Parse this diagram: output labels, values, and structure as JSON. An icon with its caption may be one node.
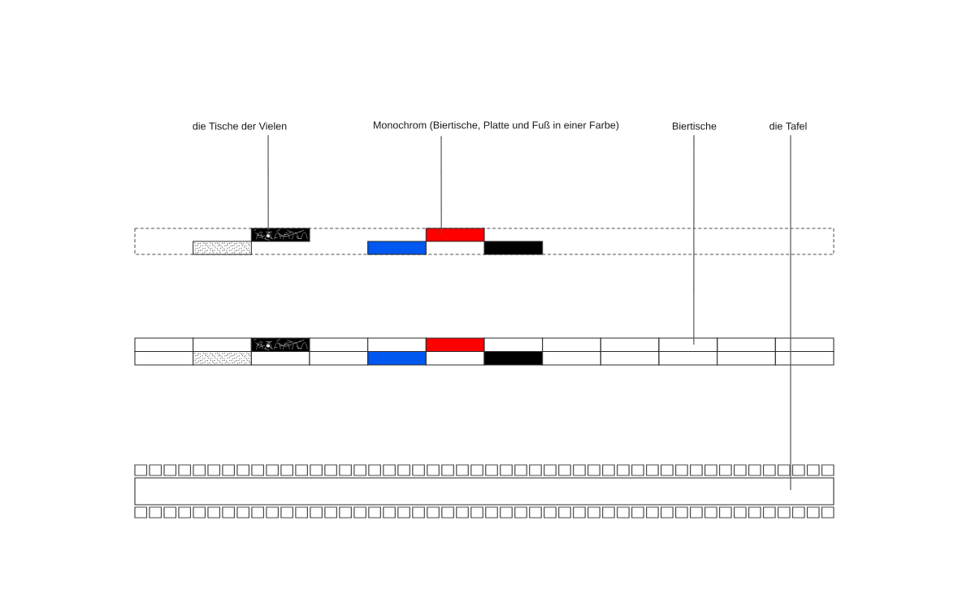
{
  "diagram": {
    "nodes": [
      {
        "text": [
          "die Tische der Vielen"
        ]
      },
      {
        "text": [
          "Monochrom (Biertische, Platte und Fuß in einer Farbe)"
        ]
      },
      {
        "text": [
          "Biertische"
        ]
      },
      {
        "text": [
          "die Tafel"
        ]
      },
      {
        "text": [],
        "shape": "box"
      },
      {
        "text": [],
        "shape": "box"
      },
      {
        "text": [],
        "shape": "box"
      },
      {
        "text": [],
        "shape": "box"
      },
      {
        "text": [],
        "shape": "box"
      },
      {
        "text": [],
        "shape": "box"
      },
      {
        "text": [],
        "shape": "box"
      }
    ],
    "edges": [
      {
        "from": 0,
        "to": 5,
        "arrow": "none"
      },
      {
        "from": 1,
        "to": 7,
        "arrow": "none"
      },
      {
        "from": 2,
        "to": 9,
        "arrow": "none"
      },
      {
        "from": 3,
        "to": 10,
        "arrow": "none"
      }
    ]
  }
}
